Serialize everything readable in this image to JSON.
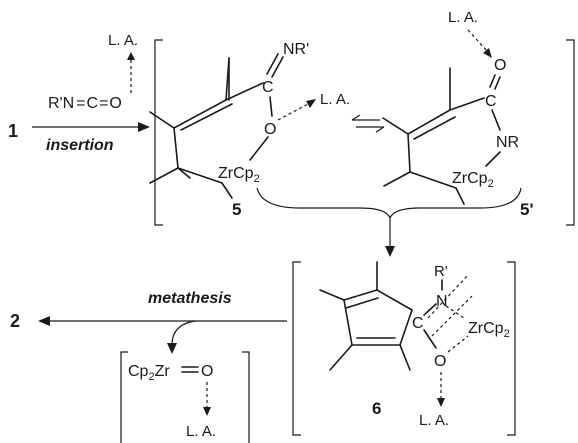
{
  "scheme": {
    "reactant_label": "1",
    "reagent_formula": "R'N=C=O",
    "reagent_lewis_acid": "L. A.",
    "insertion_label": "insertion",
    "compound_5": {
      "label": "5",
      "imine_group": "NR'",
      "carbon": "C",
      "oxygen": "O",
      "metal_fragment": "ZrCp2",
      "lewis_acid": "L. A."
    },
    "compound_5_prime": {
      "label": "5'",
      "oxygen": "O",
      "carbon": "C",
      "amide_nitrogen": "NR",
      "metal_fragment": "ZrCp2",
      "lewis_acid": "L. A."
    },
    "compound_6": {
      "label": "6",
      "n_substituent": "R'",
      "nitrogen": "N",
      "carbon": "C",
      "metal_fragment": "ZrCp2",
      "oxygen": "O",
      "lewis_acid": "L. A."
    },
    "metathesis_label": "metathesis",
    "product_label": "2",
    "byproduct": {
      "formula": "Cp2Zr=O",
      "lewis_acid": "L. A."
    }
  }
}
